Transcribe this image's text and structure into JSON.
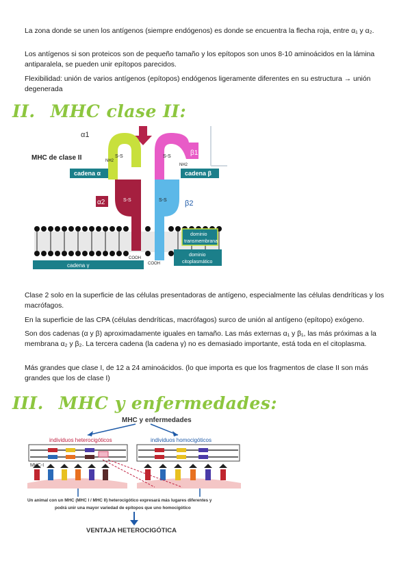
{
  "paragraphs_top": [
    "La zona donde se unen los antígenos (siempre endógenos) es donde se encuentra la flecha roja, entre α₁ y α₂.",
    "Los antígenos si son proteicos son de pequeño tamaño y los epítopos son unos 8-10 aminoácidos en la lámina antiparalela, se pueden unir epítopos parecidos.",
    "Flexibilidad: unión de varios antígenos (epítopos) endógenos ligeramente diferentes en su estructura → unión degenerada"
  ],
  "section2": {
    "number": "II.",
    "title": "MHC clase II:"
  },
  "figure1": {
    "title": "MHC de clase II",
    "alpha1": "α1",
    "beta1": "β1",
    "alpha2": "α2",
    "beta2": "β2",
    "cadena_a": "cadena α",
    "cadena_b": "cadena β",
    "cadena_g": "cadena γ",
    "ss": "S-S",
    "nh2": "NH2",
    "cooh": "COOH",
    "transmembrana_1": "dominio",
    "transmembrana_2": "transmembrana",
    "citoplasmatico_1": "dominio",
    "citoplasmatico_2": "citoplasmático"
  },
  "paragraphs_mid": [
    "Clase 2 solo en la superficie de las células presentadoras de antígeno, especialmente las células dendríticas y los macrófagos.",
    "En la superficie de las CPA (células dendríticas, macrófagos) surco de unión al antígeno (epítopo) exógeno.",
    "Son dos cadenas (α y β) aproximadamente iguales en tamaño. Las más externas α₁ y β₁, las más próximas a la membrana α₂ y β₂. La tercera cadena (la cadena γ) no es demasiado importante, está toda en el citoplasma.",
    "Más grandes que clase I, de 12 a 24 aminoácidos. (lo que importa es que los fragmentos de clase II son más grandes que los de clase I)"
  ],
  "section3": {
    "number": "III.",
    "title": "MHC y enfermedades:"
  },
  "figure2": {
    "title": "MHC y enfermedades",
    "left_label": "individuos heterocigóticos",
    "right_label": "individuos homocigóticos",
    "mhc_label": "MHC-I",
    "caption_1": "Un animal con un MHC (MHC I / MHC II) heterocigótico expresará más lugares diferentes y",
    "caption_2": "podrá unir una mayor variedad de epítopos que uno homocigótico",
    "conclusion": "VENTAJA HETEROCIGÓTICA"
  }
}
